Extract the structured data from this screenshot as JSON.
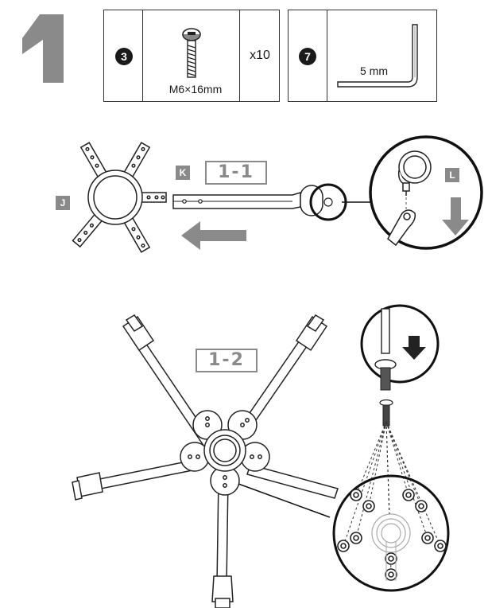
{
  "step": {
    "number": "1"
  },
  "parts": [
    {
      "badge": "3",
      "name": "M6×16mm",
      "quantity": "x10"
    },
    {
      "badge": "7",
      "name": "5 mm"
    }
  ],
  "callouts": {
    "J": "J",
    "K": "K",
    "L": "L"
  },
  "substeps": {
    "s1": "1-1",
    "s2": "1-2"
  },
  "colors": {
    "accent_gray": "#8a8a8a",
    "ink": "#1a1a1a"
  }
}
